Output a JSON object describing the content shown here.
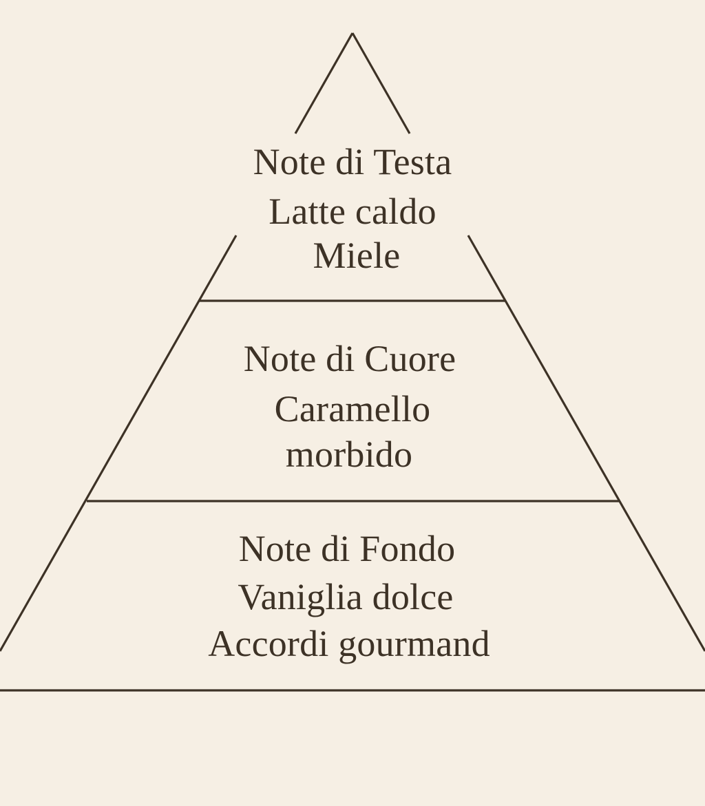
{
  "diagram": {
    "type": "fragrance-pyramid",
    "colors": {
      "background": "#f6efe4",
      "stroke": "#3d3226",
      "text": "#3d3226"
    },
    "tiers": [
      {
        "title": "Note di Testa",
        "notes": [
          "Latte caldo",
          "Miele"
        ]
      },
      {
        "title": "Note di Cuore",
        "notes": [
          "Caramello",
          "morbido"
        ]
      },
      {
        "title": "Note di Fondo",
        "notes": [
          "Vaniglia dolce",
          "Accordi gourmand"
        ]
      }
    ]
  }
}
